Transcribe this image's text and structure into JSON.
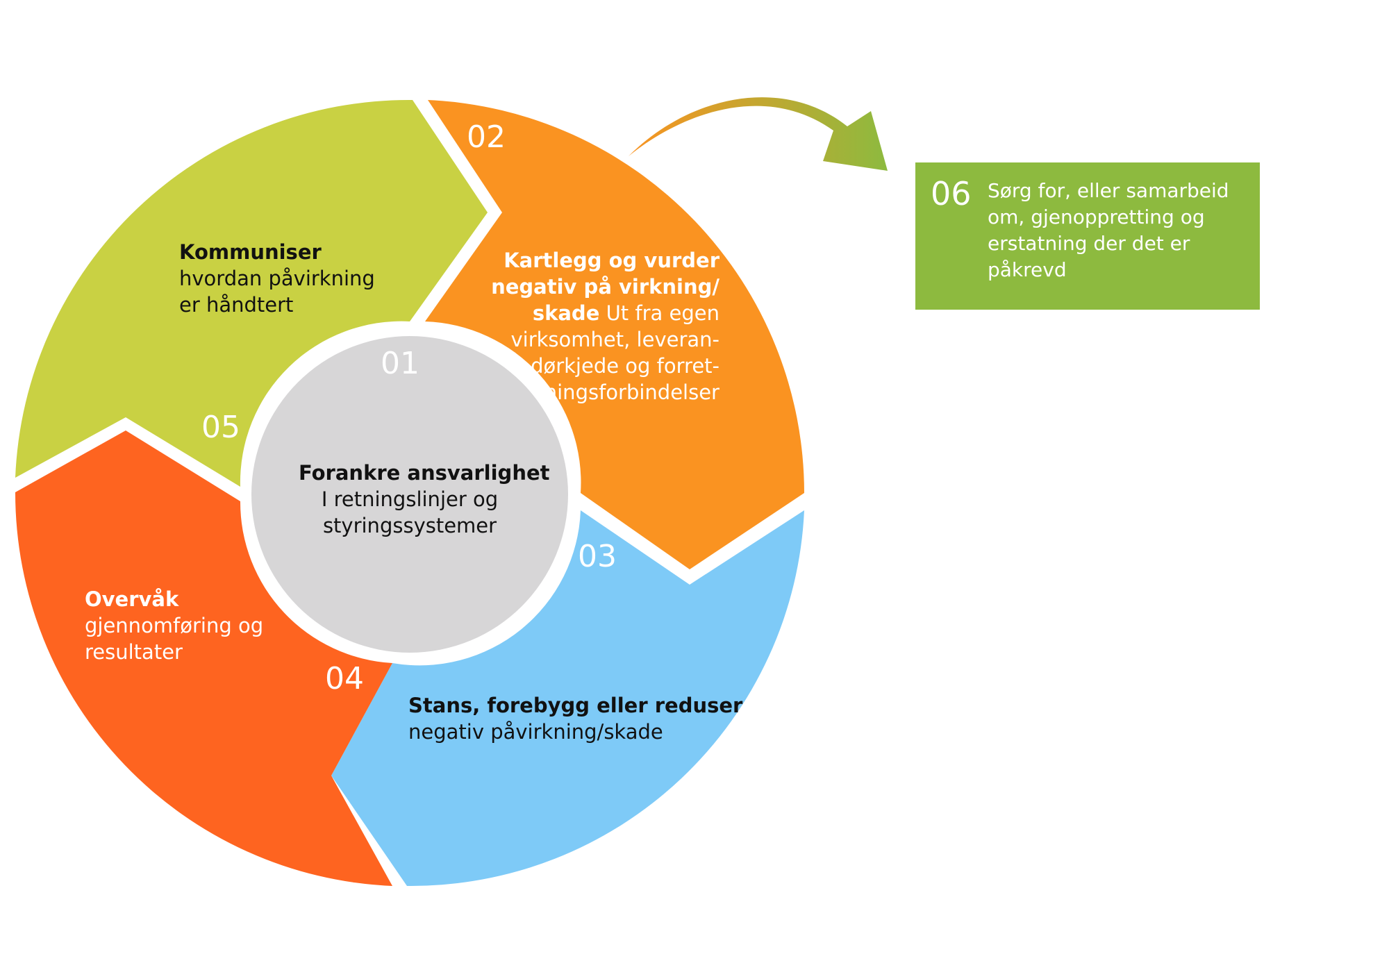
{
  "colors": {
    "step01": "#d7d6d7",
    "step02": "#fa9321",
    "step03": "#7ecaf7",
    "step04": "#fe6420",
    "step05": "#c9d143",
    "step06": "#8dba3f"
  },
  "steps": {
    "s01": {
      "num": "01",
      "title": "Forankre ansvarlighet",
      "lines": [
        "I retningslinjer og",
        "styringssystemer"
      ]
    },
    "s02": {
      "num": "02",
      "lines": [
        "Kartlegg og vurder",
        "negativ på virkning/",
        "skade",
        "Ut fra egen",
        "virksomhet, leveran-",
        "dørkjede og forret-",
        "ningsforbindelser"
      ]
    },
    "s03": {
      "num": "03",
      "title": "Stans, forebygg eller reduser",
      "lines": [
        "negativ påvirkning/skade"
      ]
    },
    "s04": {
      "num": "04",
      "title": "Overvåk",
      "lines": [
        "gjennomføring og",
        "resultater"
      ]
    },
    "s05": {
      "num": "05",
      "title": "Kommuniser",
      "lines": [
        "hvordan påvirkning",
        "er håndtert"
      ]
    },
    "s06": {
      "num": "06",
      "lines": [
        "Sørg for, eller samarbeid",
        "om, gjenoppretting og",
        "erstatning der det er",
        "påkrevd"
      ]
    }
  }
}
